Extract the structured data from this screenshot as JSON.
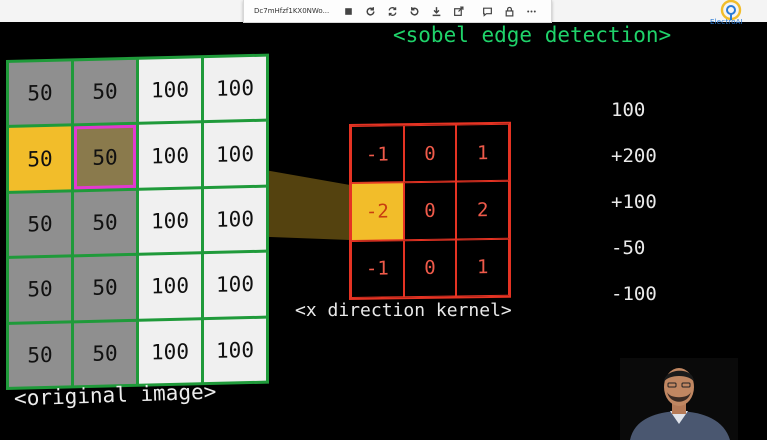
{
  "browser": {
    "url": "Dc7mHfzf1KX0NWo...",
    "toolbar_icons": [
      "stop-icon",
      "refresh-icon",
      "sync-icon",
      "reload-icon",
      "download-icon",
      "external-link-icon",
      "comment-icon",
      "lock-icon",
      "more-icon"
    ]
  },
  "logo": {
    "text": "ElectroAI",
    "color": "#2b7bd6"
  },
  "slide": {
    "title": "<sobel edge detection>",
    "title_color": "#1fd36a",
    "original_image": {
      "caption": "<original image>",
      "rows": [
        [
          "50",
          "50",
          "100",
          "100"
        ],
        [
          "50",
          "50",
          "100",
          "100"
        ],
        [
          "50",
          "50",
          "100",
          "100"
        ],
        [
          "50",
          "50",
          "100",
          "100"
        ],
        [
          "50",
          "50",
          "100",
          "100"
        ]
      ],
      "highlight_color": "#f2bd2a",
      "selection_color": "#e23ad1"
    },
    "kernel": {
      "caption": "<x direction kernel>",
      "rows": [
        [
          "-1",
          "0",
          "1"
        ],
        [
          "-2",
          "0",
          "2"
        ],
        [
          "-1",
          "0",
          "1"
        ]
      ],
      "border_color": "#e53323"
    },
    "products": [
      "100",
      "+200",
      "+100",
      "-50",
      "-100"
    ]
  }
}
